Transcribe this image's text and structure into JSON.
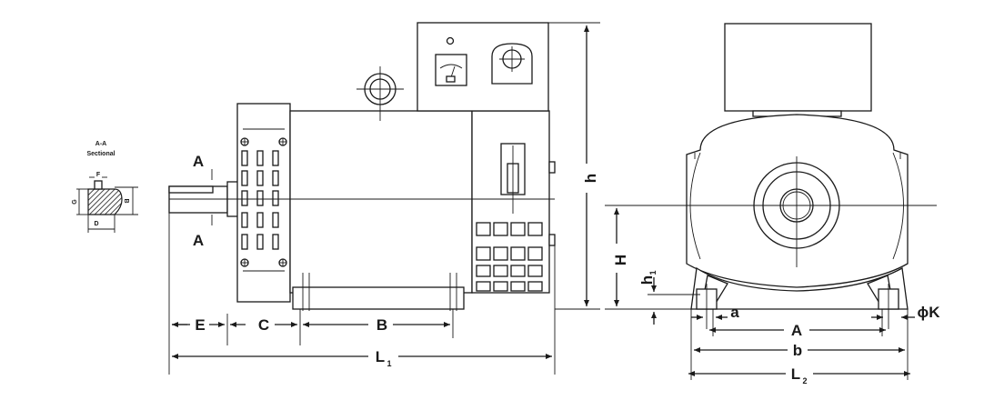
{
  "section_detail": {
    "title_line1": "A-A",
    "title_line2": "Sectional",
    "label_f": "F",
    "label_g": "G",
    "label_b": "B",
    "label_d": "D"
  },
  "side_view": {
    "section_mark_top": "A",
    "section_mark_bottom": "A",
    "dim_e": "E",
    "dim_c": "C",
    "dim_b": "B",
    "dim_l1": "L",
    "dim_l1_sub": "1",
    "dim_h": "h"
  },
  "end_view": {
    "dim_H": "H",
    "dim_h1": "h",
    "dim_h1_sub": "1",
    "dim_a_small": "a",
    "dim_A": "A",
    "dim_b": "b",
    "dim_L2": "L",
    "dim_L2_sub": "2",
    "dim_phiK": "ϕK"
  },
  "colors": {
    "line": "#1a1a1a",
    "background": "#ffffff"
  }
}
